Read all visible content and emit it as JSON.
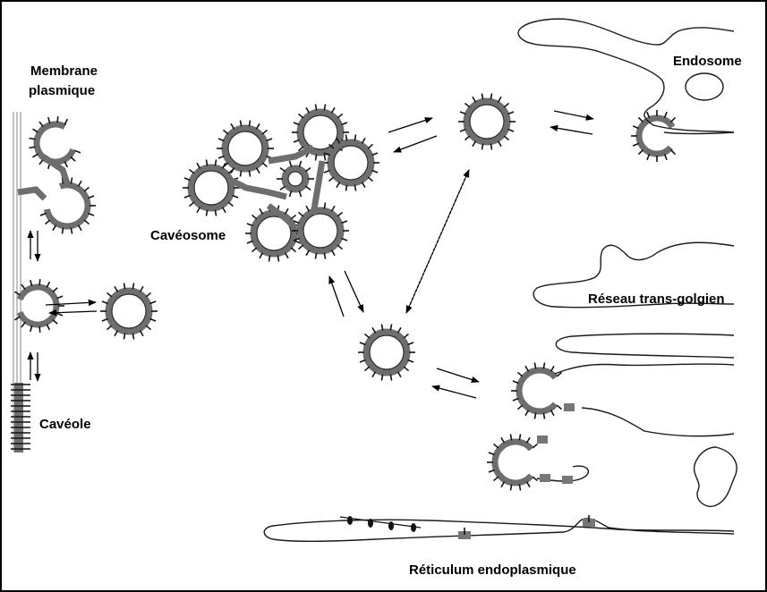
{
  "labels": {
    "plasma_membrane_line1": "Membrane",
    "plasma_membrane_line2": "plasmique",
    "endosome": "Endosome",
    "caveosome": "Cavéosome",
    "trans_golgi": "Réseau trans-golgien",
    "caveola": "Cavéole",
    "er": "Réticulum endoplasmique"
  }
}
